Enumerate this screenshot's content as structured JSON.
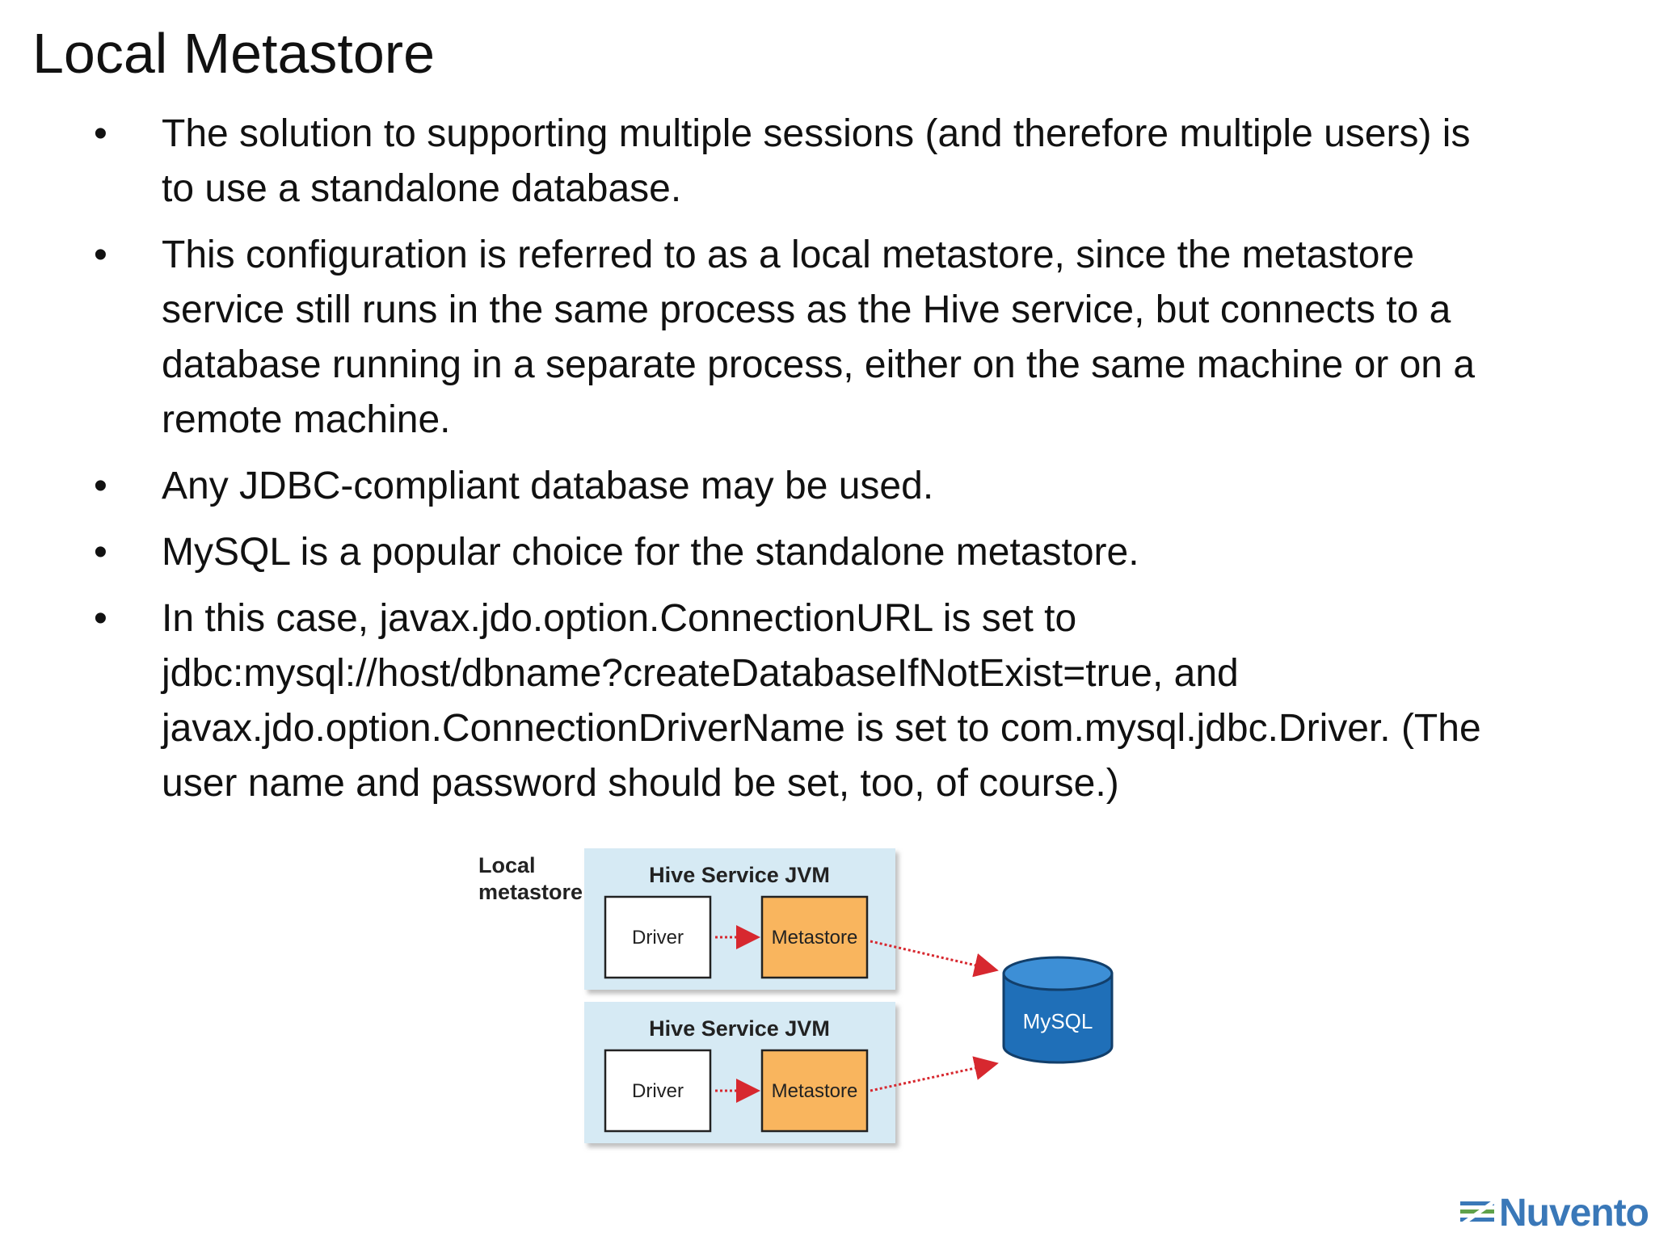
{
  "slide": {
    "title": "Local Metastore",
    "bullets": [
      {
        "marker": "•",
        "lines": [
          "The solution to supporting multiple sessions (and therefore multiple users) is",
          "to use a standalone database."
        ]
      },
      {
        "marker": "•",
        "lines": [
          "This configuration is referred to as a local metastore, since the metastore",
          "service still runs in the same process as the Hive service, but connects to a",
          "database running in a separate process, either on the same machine or on a",
          "remote machine."
        ]
      },
      {
        "marker": "•",
        "lines": [
          "Any JDBC-compliant database may be used."
        ]
      },
      {
        "marker": "•",
        "lines": [
          "MySQL is a popular choice for the standalone metastore."
        ]
      },
      {
        "marker": "•",
        "lines": [
          "In this case, javax.jdo.option.ConnectionURL is set to",
          "jdbc:mysql://host/dbname?createDatabaseIfNotExist=true, and",
          "javax.jdo.option.ConnectionDriverName is set to com.mysql.jdbc.Driver. (The",
          "user name and password should be set, too, of course.)"
        ]
      }
    ]
  },
  "diagram": {
    "side_label_line1": "Local",
    "side_label_line2": "metastore",
    "jvm_top_title": "Hive Service JVM",
    "jvm_bottom_title": "Hive Service JVM",
    "driver_top": "Driver",
    "driver_bottom": "Driver",
    "metastore_top": "Metastore",
    "metastore_bottom": "Metastore",
    "database": "MySQL",
    "colors": {
      "jvm_fill": "#d6eaf4",
      "metastore_fill": "#f9b55e",
      "arrow": "#d7282f",
      "db_fill": "#1f6fb8",
      "db_top": "#3d8fd6"
    }
  },
  "footer": {
    "logo_text": "Nuvento",
    "logo_icon": "nuvento-logo-icon",
    "logo_color": "#3a78b8"
  }
}
